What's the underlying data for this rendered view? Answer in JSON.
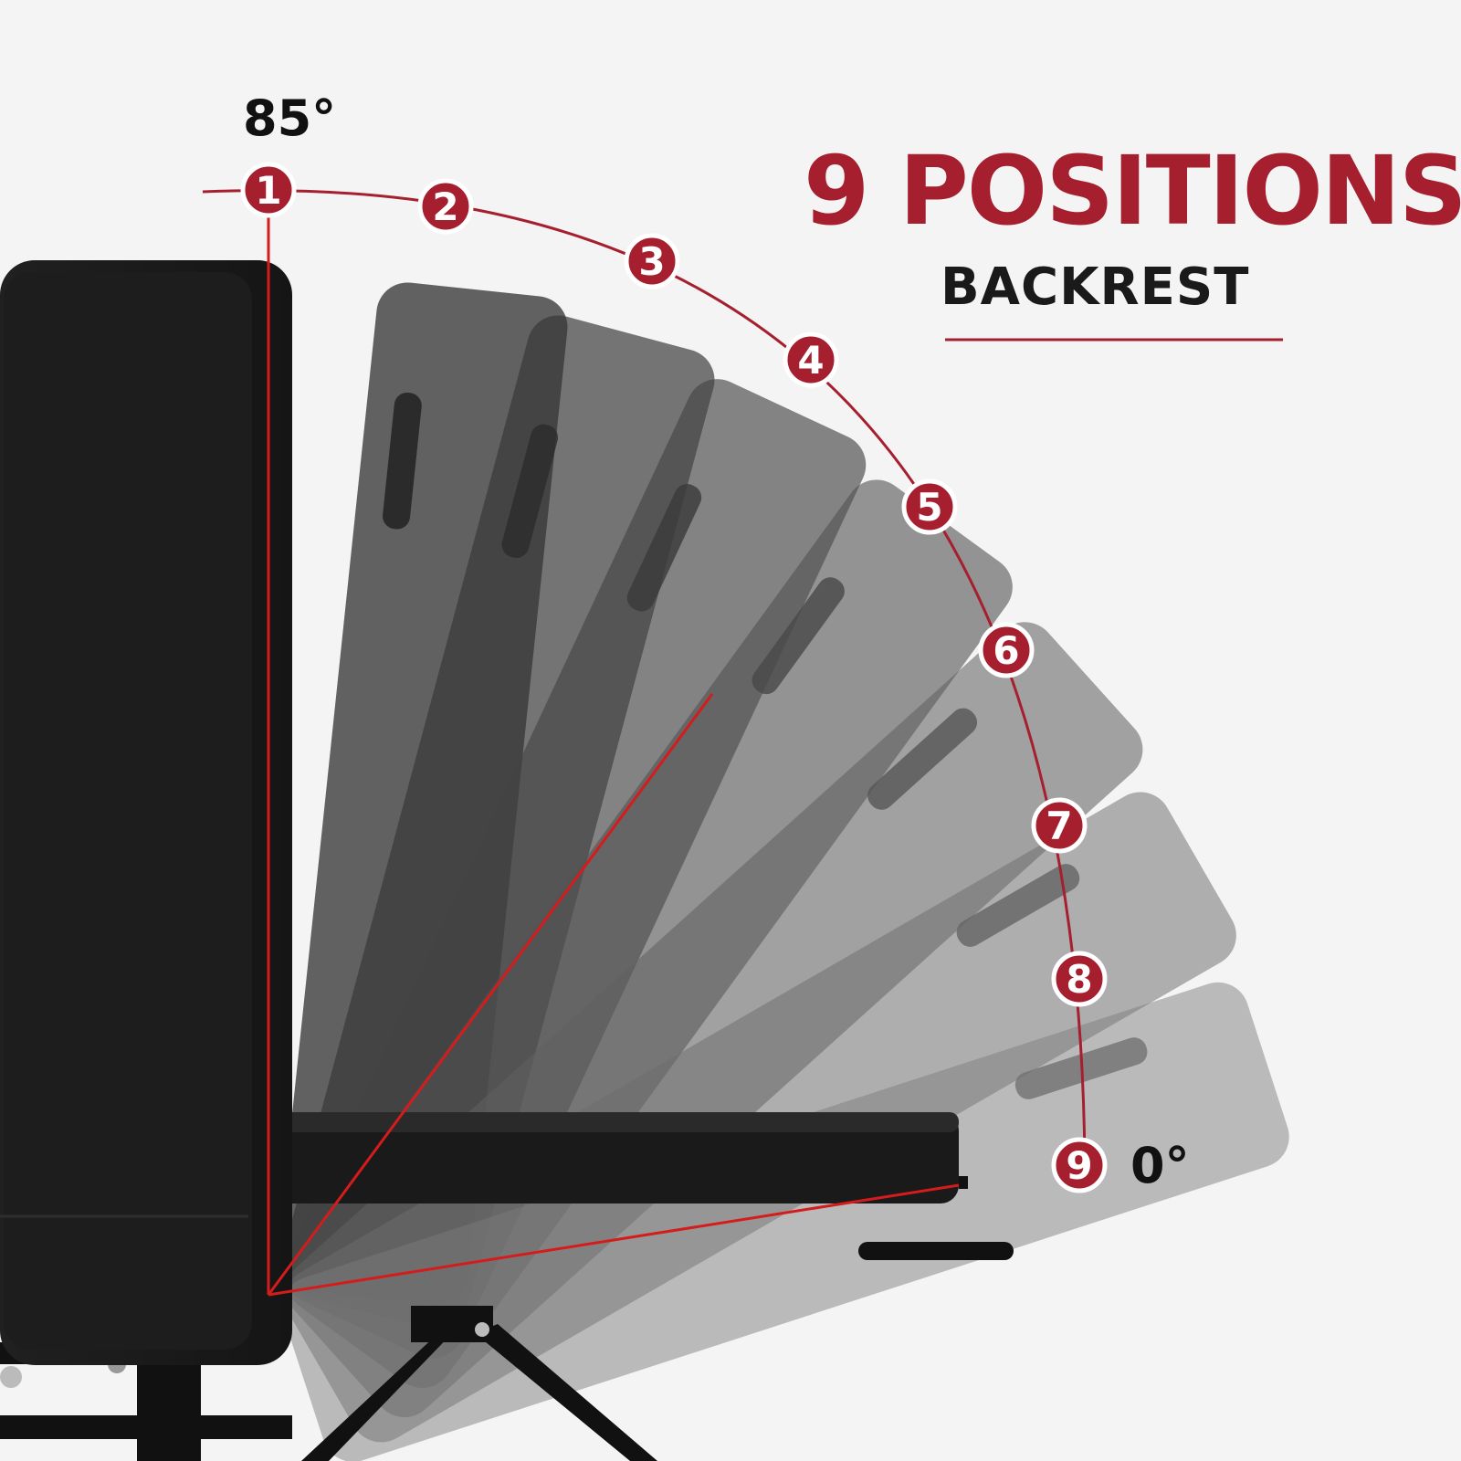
{
  "headline": "9 POSITIONS",
  "subheadline": "BACKREST",
  "angle_top": "85°",
  "angle_bottom": "0°",
  "positions": [
    "1",
    "2",
    "3",
    "4",
    "5",
    "6",
    "7",
    "8",
    "9"
  ],
  "colors": {
    "accent": "#a61f2f",
    "background": "#f4f4f4",
    "pad": "#1b1b1b",
    "text": "#111111"
  }
}
